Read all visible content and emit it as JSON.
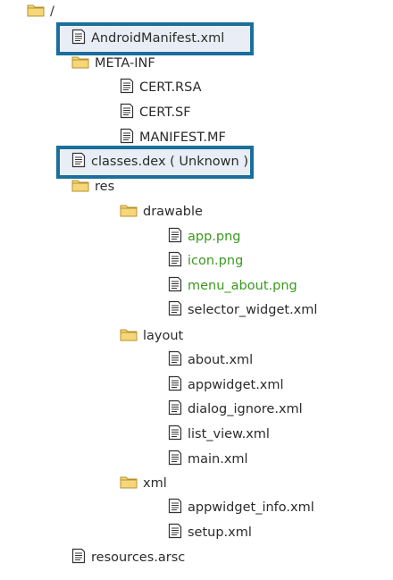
{
  "tree": {
    "root": {
      "label": "/",
      "icon": "folder-icon"
    },
    "android_manifest": {
      "label": "AndroidManifest.xml",
      "icon": "file-icon"
    },
    "meta_inf": {
      "label": "META-INF",
      "icon": "folder-icon",
      "children": [
        {
          "label": "CERT.RSA",
          "icon": "file-icon"
        },
        {
          "label": "CERT.SF",
          "icon": "file-icon"
        },
        {
          "label": "MANIFEST.MF",
          "icon": "file-icon"
        }
      ]
    },
    "classes_dex": {
      "label": "classes.dex ( Unknown )",
      "icon": "file-icon"
    },
    "res": {
      "label": "res",
      "icon": "folder-icon",
      "drawable": {
        "label": "drawable",
        "icon": "folder-icon",
        "children": [
          {
            "label": "app.png",
            "icon": "file-icon",
            "highlighted": true
          },
          {
            "label": "icon.png",
            "icon": "file-icon",
            "highlighted": true
          },
          {
            "label": "menu_about.png",
            "icon": "file-icon",
            "highlighted": true
          },
          {
            "label": "selector_widget.xml",
            "icon": "file-icon",
            "highlighted": false
          }
        ]
      },
      "layout": {
        "label": "layout",
        "icon": "folder-icon",
        "children": [
          {
            "label": "about.xml",
            "icon": "file-icon"
          },
          {
            "label": "appwidget.xml",
            "icon": "file-icon"
          },
          {
            "label": "dialog_ignore.xml",
            "icon": "file-icon"
          },
          {
            "label": "list_view.xml",
            "icon": "file-icon"
          },
          {
            "label": "main.xml",
            "icon": "file-icon"
          }
        ]
      },
      "xml": {
        "label": "xml",
        "icon": "folder-icon",
        "children": [
          {
            "label": "appwidget_info.xml",
            "icon": "file-icon"
          },
          {
            "label": "setup.xml",
            "icon": "file-icon"
          }
        ]
      }
    },
    "resources_arsc": {
      "label": "resources.arsc",
      "icon": "file-icon"
    }
  },
  "colors": {
    "highlight_border": "#1a6f9b",
    "green_text": "#3a9a1e",
    "folder_fill": "#f5d77a",
    "folder_stroke": "#b8902a"
  }
}
